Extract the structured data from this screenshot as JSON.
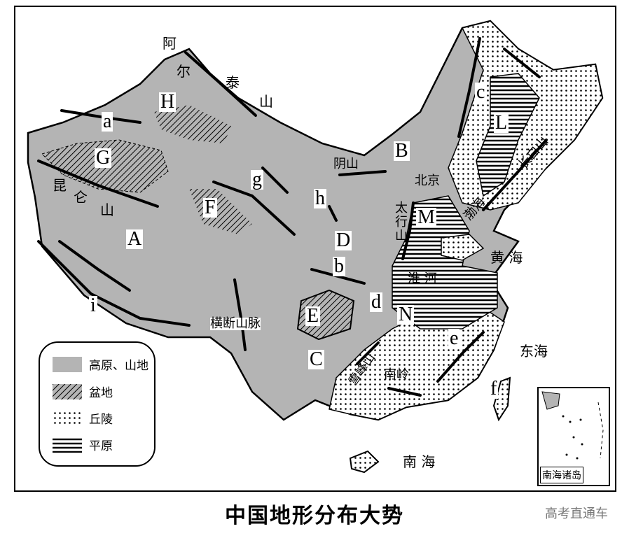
{
  "title": "中国地形分布大势",
  "watermark": "高考直通车",
  "legend": [
    {
      "label": "高原、山地",
      "pattern": "gray-fill",
      "color": "#b4b4b4"
    },
    {
      "label": "盆地",
      "pattern": "diagonal-hatch"
    },
    {
      "label": "丘陵",
      "pattern": "dots"
    },
    {
      "label": "平原",
      "pattern": "horizontal-lines"
    }
  ],
  "letters": {
    "A": "A",
    "B": "B",
    "C": "C",
    "D": "D",
    "E": "E",
    "F": "F",
    "G": "G",
    "H": "H",
    "L": "L",
    "M": "M",
    "N": "N",
    "a": "a",
    "b": "b",
    "c": "c",
    "d": "d",
    "e": "e",
    "f": "f",
    "g": "g",
    "h": "h",
    "i": "i"
  },
  "place_names": {
    "altai_1": "阿",
    "altai_2": "尔",
    "altai_3": "泰",
    "altai_4": "山",
    "kunlun_1": "昆",
    "kunlun_2": "仑",
    "kunlun_3": "山",
    "yinshan": "阴山",
    "beijing": "北京",
    "taihang": "太行山",
    "changbai": "长白山",
    "bohai": "渤海",
    "huanghai": "黄 海",
    "huaihe": "淮 河",
    "hengduan": "横断山脉",
    "xuefeng": "雪峰山",
    "nanling": "南岭",
    "donghai": "东海",
    "nanhai": "南 海",
    "nanhai_islands": "南海诸岛"
  }
}
